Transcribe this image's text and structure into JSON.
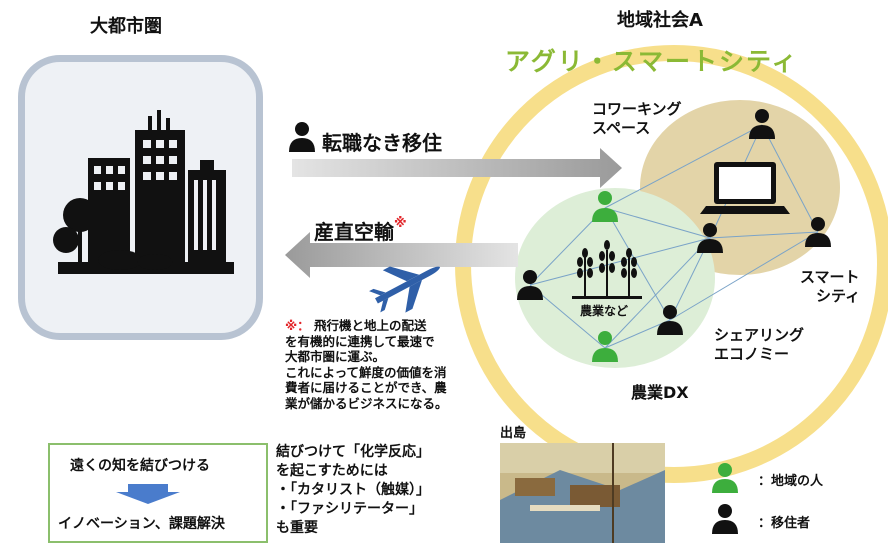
{
  "titles": {
    "city": "大都市圏",
    "region": "地域社会A",
    "agri_city": "アグリ・スマートシティ"
  },
  "arrows": {
    "migration": "転職なき移住",
    "air_transport": "産直空輸",
    "air_mark": "※"
  },
  "note": {
    "mark": "※：",
    "lines": [
      "飛行機と地上の配送",
      "を有機的に連携して最速で",
      "大都市圏に運ぶ。",
      "これによって鮮度の価値を消",
      "費者に届けることができ、農",
      "業が儲かるビジネスになる。"
    ]
  },
  "labels": {
    "coworking": [
      "コワーキング",
      "スペース"
    ],
    "smart": [
      "スマート",
      "シティ"
    ],
    "sharing": [
      "シェアリング",
      "エコノミー"
    ],
    "agri_dx": "農業DX",
    "agri_etc": "農業など"
  },
  "box": {
    "top": "遠くの知を結びつける",
    "bottom": "イノベーション、課題解決"
  },
  "reaction": [
    "結びつけて「化学反応」",
    "を起こすためには",
    "・「カタリスト（触媒）」",
    "・「ファシリテーター」",
    "も重要"
  ],
  "dejima": "出島",
  "legend": {
    "local": "：地域の人",
    "migrant": "：移住者"
  },
  "colors": {
    "local": "#3dae3d",
    "migrant": "#111111",
    "plane": "#2f5fa8",
    "ring": "#f7df8b",
    "green_text": "#8bb935",
    "note_mark": "#e2262a"
  }
}
